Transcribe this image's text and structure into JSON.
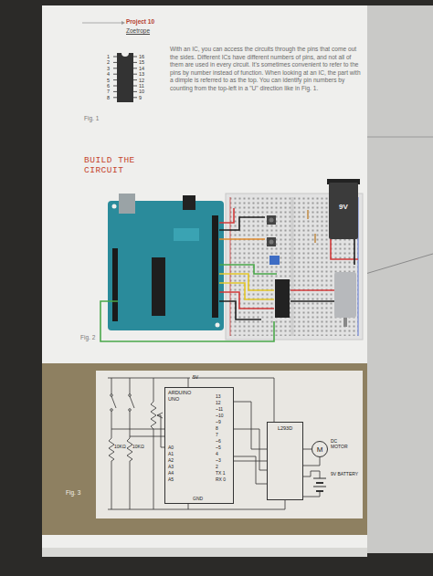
{
  "diagram": {
    "nodes": [
      {
        "text": [
          "ARDUINO UNO"
        ]
      },
      {
        "text": [
          "L293D"
        ]
      },
      {
        "text": [
          "M"
        ]
      },
      {
        "text": [
          "9V"
        ]
      }
    ],
    "edges": [
      {
        "from": 0,
        "to": 1,
        "arrow": "none"
      },
      {
        "from": 1,
        "to": 2,
        "arrow": "none"
      }
    ],
    "labels": [
      "Project 10",
      "Zoetrope",
      "1",
      "2",
      "3",
      "4",
      "5",
      "6",
      "7",
      "8",
      "16",
      "15",
      "14",
      "13",
      "12",
      "11",
      "10",
      "9",
      "With an IC, you can access the circuits through the pins that come out the sides. Different ICs have different numbers of pins, and not all of them are used in every circuit. It's sometimes convenient to refer to the pins by number instead of function. When looking at an IC, the part with a dimple is referred to as the top. You can identify pin numbers by counting from the top-left in a \"U\" direction like in Fig. 1.",
      "Fig. 1",
      "BUILD THE CIRCUIT",
      "Fig. 2",
      "Fig. 3",
      "5V",
      "13",
      "12",
      "~11",
      "~10",
      "~9",
      "8",
      "7",
      "~6",
      "~5",
      "4",
      "~3",
      "2",
      "TX 1",
      "RX 0",
      "A0",
      "A1",
      "A2",
      "A3",
      "A4",
      "A5",
      "GND",
      "DC MOTOR",
      "9V BATTERY",
      "10KΩ",
      "10KΩ"
    ]
  }
}
